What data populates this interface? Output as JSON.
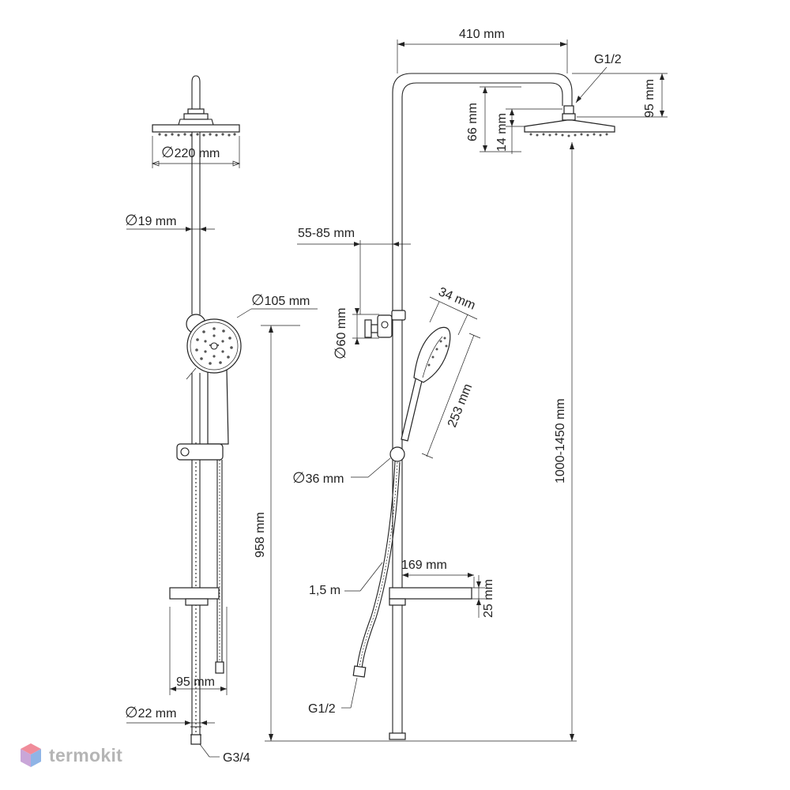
{
  "brand": {
    "name": "termokit",
    "colors": {
      "top": "#f08c9a",
      "left": "#c9a6d8",
      "right": "#8fb4e6"
    }
  },
  "front_view": {
    "head_diameter": "220 mm",
    "rail_diameter": "19 mm",
    "hand_shower_diameter": "105 mm",
    "height_to_holder": "958 mm",
    "shelf_width": "95 mm",
    "base_diameter": "22 mm",
    "inlet_thread": "G3/4"
  },
  "side_view": {
    "arm_reach": "410 mm",
    "head_thread": "G1/2",
    "arm_drop": "95 mm",
    "head_height": "66 mm",
    "head_thickness": "14 mm",
    "wall_offset": "55-85 mm",
    "bracket_diameter": "60 mm",
    "hand_width": "34 mm",
    "hand_length": "253 mm",
    "diverter_diameter": "36 mm",
    "total_height": "1000-1450 mm",
    "hose_length": "1,5 m",
    "shelf_depth": "169 mm",
    "shelf_height": "25 mm",
    "hose_thread": "G1/2"
  }
}
